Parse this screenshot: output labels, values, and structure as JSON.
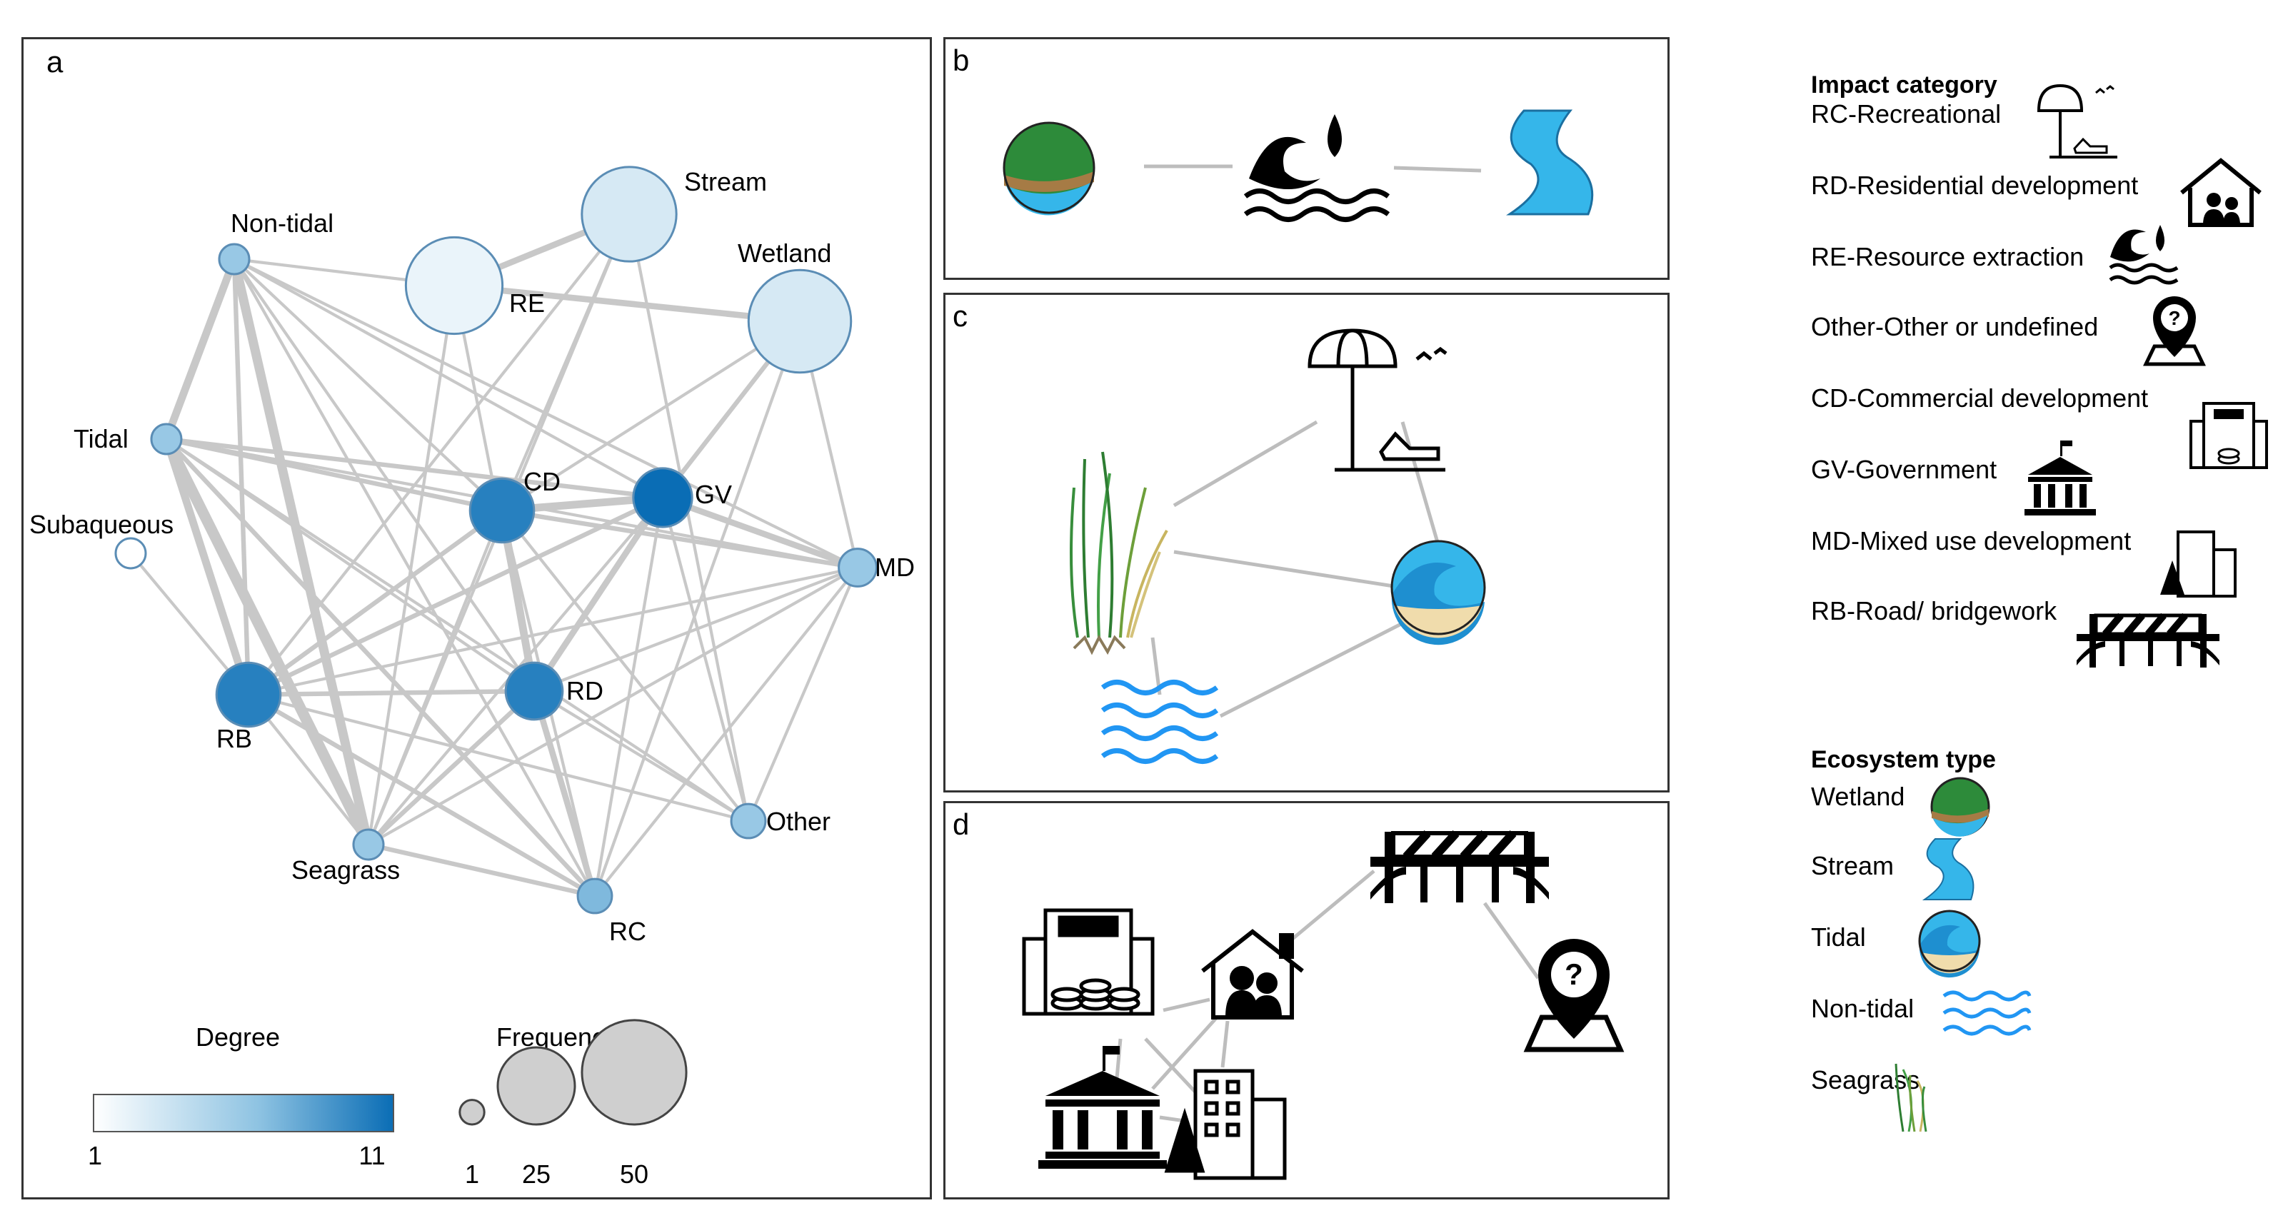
{
  "panels": {
    "a": "a",
    "b": "b",
    "c": "c",
    "d": "d"
  },
  "network": {
    "nodes": [
      {
        "id": "Stream",
        "label": "Stream",
        "freq": 40,
        "degree": 3
      },
      {
        "id": "RE",
        "label": "RE",
        "freq": 42,
        "degree": 2
      },
      {
        "id": "Wetland",
        "label": "Wetland",
        "freq": 48,
        "degree": 3
      },
      {
        "id": "Non-tidal",
        "label": "Non-tidal",
        "freq": 2,
        "degree": 6
      },
      {
        "id": "Tidal",
        "label": "Tidal",
        "freq": 2,
        "degree": 6
      },
      {
        "id": "Subaqueous",
        "label": "Subaqueous",
        "freq": 2,
        "degree": 1
      },
      {
        "id": "CD",
        "label": "CD",
        "freq": 16,
        "degree": 10
      },
      {
        "id": "GV",
        "label": "GV",
        "freq": 13,
        "degree": 11
      },
      {
        "id": "MD",
        "label": "MD",
        "freq": 4,
        "degree": 6
      },
      {
        "id": "RB",
        "label": "RB",
        "freq": 16,
        "degree": 10
      },
      {
        "id": "RD",
        "label": "RD",
        "freq": 12,
        "degree": 10
      },
      {
        "id": "Other",
        "label": "Other",
        "freq": 3,
        "degree": 6
      },
      {
        "id": "Seagrass",
        "label": "Seagrass",
        "freq": 2,
        "degree": 6
      },
      {
        "id": "RC",
        "label": "RC",
        "freq": 3,
        "degree": 7
      }
    ],
    "edges": [
      [
        "RE",
        "Stream",
        3
      ],
      [
        "RE",
        "Wetland",
        3
      ],
      [
        "Non-tidal",
        "RE",
        1
      ],
      [
        "RE",
        "RD",
        1
      ],
      [
        "RE",
        "Seagrass",
        1
      ],
      [
        "Stream",
        "Other",
        1
      ],
      [
        "Stream",
        "RB",
        1
      ],
      [
        "Stream",
        "Seagrass",
        1
      ],
      [
        "Stream",
        "CD",
        1
      ],
      [
        "Wetland",
        "GV",
        2
      ],
      [
        "Wetland",
        "RC",
        1
      ],
      [
        "Wetland",
        "MD",
        1
      ],
      [
        "Wetland",
        "CD",
        1
      ],
      [
        "Non-tidal",
        "Tidal",
        4
      ],
      [
        "Non-tidal",
        "RB",
        2
      ],
      [
        "Non-tidal",
        "Seagrass",
        5
      ],
      [
        "Non-tidal",
        "CD",
        1
      ],
      [
        "Non-tidal",
        "RD",
        1
      ],
      [
        "Non-tidal",
        "GV",
        1
      ],
      [
        "Non-tidal",
        "MD",
        1
      ],
      [
        "Non-tidal",
        "RC",
        1
      ],
      [
        "Tidal",
        "RB",
        4
      ],
      [
        "Tidal",
        "Seagrass",
        6
      ],
      [
        "Tidal",
        "CD",
        2
      ],
      [
        "Tidal",
        "GV",
        2
      ],
      [
        "Tidal",
        "RD",
        1
      ],
      [
        "Tidal",
        "RC",
        2
      ],
      [
        "Tidal",
        "MD",
        1
      ],
      [
        "Tidal",
        "Other",
        1
      ],
      [
        "Subaqueous",
        "RB",
        1
      ],
      [
        "CD",
        "GV",
        4
      ],
      [
        "CD",
        "RD",
        4
      ],
      [
        "CD",
        "RB",
        2
      ],
      [
        "CD",
        "MD",
        2
      ],
      [
        "CD",
        "RC",
        1
      ],
      [
        "CD",
        "Other",
        1
      ],
      [
        "CD",
        "Seagrass",
        1
      ],
      [
        "GV",
        "RB",
        2
      ],
      [
        "GV",
        "RD",
        3
      ],
      [
        "GV",
        "MD",
        3
      ],
      [
        "GV",
        "RC",
        1
      ],
      [
        "GV",
        "Seagrass",
        1
      ],
      [
        "GV",
        "Other",
        1
      ],
      [
        "RB",
        "RD",
        2
      ],
      [
        "RB",
        "RC",
        2
      ],
      [
        "RB",
        "MD",
        1
      ],
      [
        "RB",
        "Other",
        1
      ],
      [
        "RB",
        "Seagrass",
        1
      ],
      [
        "RD",
        "RC",
        3
      ],
      [
        "RD",
        "MD",
        1
      ],
      [
        "RD",
        "Other",
        1
      ],
      [
        "RD",
        "Seagrass",
        2
      ],
      [
        "Seagrass",
        "RC",
        2
      ],
      [
        "MD",
        "RC",
        1
      ],
      [
        "MD",
        "Other",
        1
      ],
      [
        "MD",
        "Seagrass",
        1
      ]
    ]
  },
  "degree_legend": {
    "title": "Degree",
    "min": "1",
    "max": "11",
    "color_low": "#ffffff",
    "color_high": "#0a6db5"
  },
  "frequency_legend": {
    "title": "Frequency",
    "sizes": [
      {
        "label": "1",
        "value": 1
      },
      {
        "label": "25",
        "value": 25
      },
      {
        "label": "50",
        "value": 50
      }
    ]
  },
  "impact_legend": {
    "title": "Impact category",
    "items": [
      {
        "label": "RC-Recreational",
        "icon": "umbrella-icon"
      },
      {
        "label": "RD-Residential development",
        "icon": "house-family-icon"
      },
      {
        "label": "RE-Resource extraction",
        "icon": "wave-drop-icon"
      },
      {
        "label": "Other-Other or undefined",
        "icon": "question-pin-icon"
      },
      {
        "label": "CD-Commercial development",
        "icon": "building-coins-icon"
      },
      {
        "label": "GV-Government",
        "icon": "government-building-icon"
      },
      {
        "label": "MD-Mixed use development",
        "icon": "building-tree-icon"
      },
      {
        "label": "RB-Road/ bridgework",
        "icon": "bridge-icon"
      }
    ]
  },
  "ecosystem_legend": {
    "title": "Ecosystem type",
    "items": [
      {
        "label": "Wetland",
        "icon": "wetland-icon"
      },
      {
        "label": "Stream",
        "icon": "stream-icon"
      },
      {
        "label": "Tidal",
        "icon": "tidal-icon"
      },
      {
        "label": "Non-tidal",
        "icon": "non-tidal-icon"
      },
      {
        "label": "Seagrass",
        "icon": "seagrass-icon"
      }
    ]
  },
  "colors": {
    "edge": "#c8c8c8",
    "node_stroke": "#5b8db5",
    "stream_blue": "#35b6ea"
  }
}
